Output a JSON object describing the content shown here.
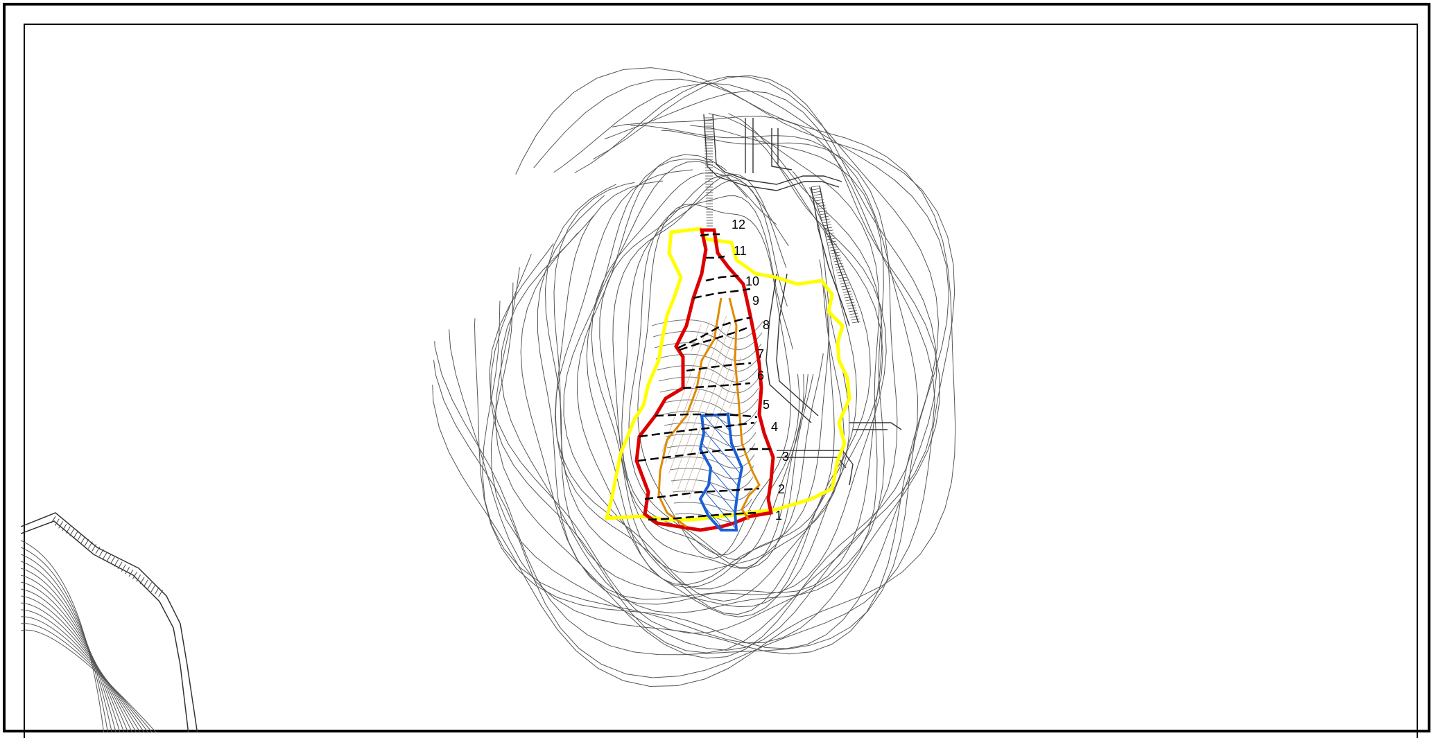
{
  "map": {
    "section_labels": [
      "1",
      "2",
      "3",
      "4",
      "5",
      "6",
      "7",
      "8",
      "9",
      "10",
      "11",
      "12"
    ],
    "colors": {
      "frame": "#000000",
      "contour": "#555555",
      "outer_boundary": "#ffff00",
      "inner_boundary": "#dd0000",
      "cut_line": "#e08a00",
      "hatched_zone": "#1a5fd6",
      "section_line": "#000000",
      "hatch_fill": "#c9a27a"
    },
    "legend_shapes": {
      "outer_boundary": "yellow-boundary",
      "inner_boundary": "red-boundary",
      "cut_line": "orange-line",
      "hatched_zone": "blue-hatched-zone"
    }
  }
}
